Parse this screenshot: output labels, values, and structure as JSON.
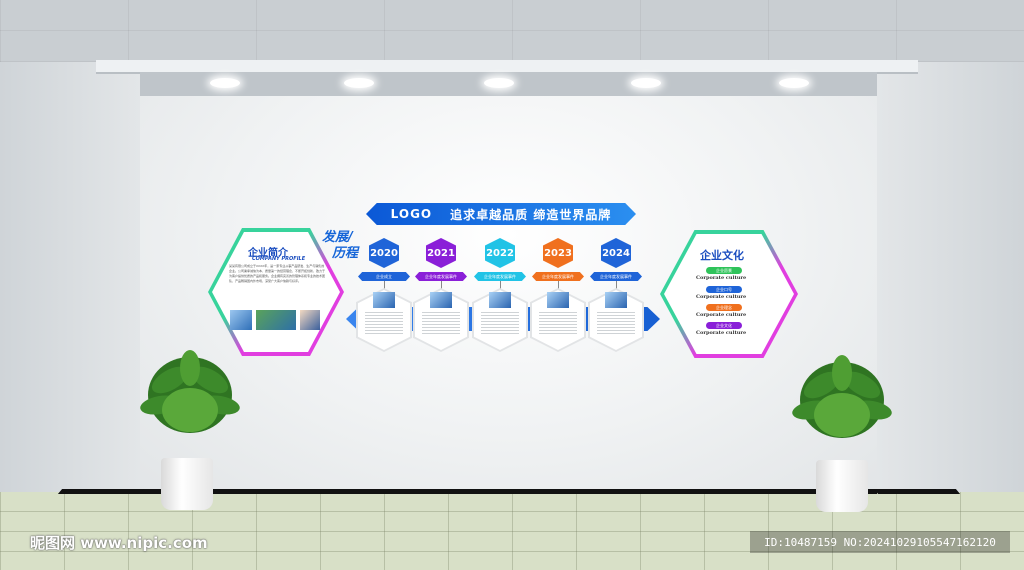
{
  "banner": {
    "logo": "LOGO",
    "slogan": "追求卓越品质  缔造世界品牌"
  },
  "timeline": {
    "title_line1": "发展/",
    "title_line2": "历程",
    "items": [
      {
        "year": "2020",
        "tag": "企业成立",
        "color": "#1f64d8"
      },
      {
        "year": "2021",
        "tag": "企业年度发展事件",
        "color": "#8a1fd8"
      },
      {
        "year": "2022",
        "tag": "企业年度发展事件",
        "color": "#21c3e6"
      },
      {
        "year": "2023",
        "tag": "企业年度发展事件",
        "color": "#f0701e"
      },
      {
        "year": "2024",
        "tag": "企业年度发展事件",
        "color": "#1f64d8"
      }
    ]
  },
  "profile": {
    "title": "企业简介",
    "subtitle": "COMPANY PROFILE",
    "text": "某某有限公司成立于XXXX年，是一家专业从事产品研发、生产与销售的企业。公司秉承诚信为本、质量第一的经营理念，不断开拓创新，致力于为客户提供优质的产品和服务。企业拥有完善的管理体系和专业的技术团队，产品畅销国内外市场，深受广大客户信赖与好评。"
  },
  "culture": {
    "title": "企业文化",
    "items": [
      {
        "label": "企业愿景",
        "en": "Corporate culture",
        "color": "#2fc35a"
      },
      {
        "label": "企业口号",
        "en": "Corporate culture",
        "color": "#1f64d8"
      },
      {
        "label": "企业理念",
        "en": "Corporate culture",
        "color": "#f0701e"
      },
      {
        "label": "企业文化",
        "en": "Corporate culture",
        "color": "#8a1fd8"
      }
    ]
  },
  "watermark": {
    "left": "昵图网 www.nipic.com",
    "right": "ID:10487159 NO:20241029105547162120"
  }
}
